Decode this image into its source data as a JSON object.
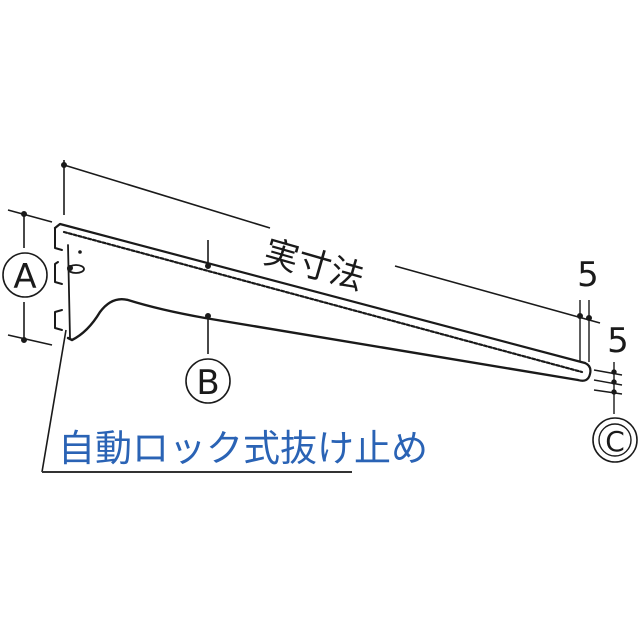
{
  "diagram": {
    "subject": "shelf bracket",
    "dimension_label": "実寸法",
    "callouts": {
      "a": "A",
      "b": "B",
      "c": "C"
    },
    "dim_top_thickness": "5",
    "dim_tip_height": "5",
    "caption": "自動ロック式抜け止め",
    "colors": {
      "line": "#1a1a1a",
      "caption": "#2a63b5",
      "background": "#ffffff"
    }
  }
}
